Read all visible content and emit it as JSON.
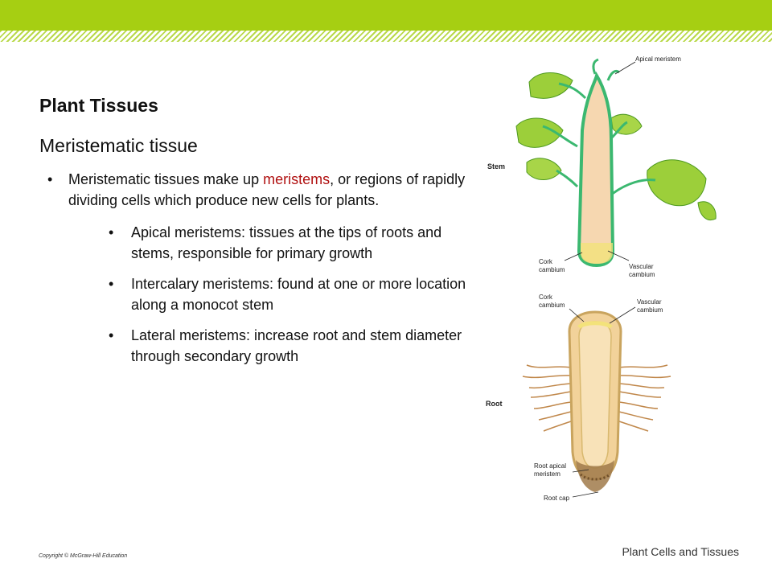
{
  "slide": {
    "title": "Plant Tissues",
    "subtitle": "Meristematic tissue",
    "bullet": {
      "before": "Meristematic tissues make up ",
      "highlight": "meristems",
      "after": ", or regions of rapidly dividing cells which produce new cells for plants."
    },
    "subbullets": [
      "Apical meristems: tissues at the tips of roots and stems, responsible for primary growth",
      "Intercalary meristems: found at one or more location along a monocot stem",
      "Lateral meristems: increase root and stem diameter through secondary growth"
    ],
    "bullet_glyph": "•",
    "copyright": "Copyright © McGraw-Hill Education",
    "footer": "Plant Cells and Tissues"
  },
  "figure": {
    "labels": {
      "stem": "Stem",
      "root": "Root",
      "apical_meristem": "Apical meristem",
      "stem_cork_1": "Cork",
      "stem_cork_2": "cambium",
      "stem_vasc_1": "Vascular",
      "stem_vasc_2": "cambium",
      "root_cork_1": "Cork",
      "root_cork_2": "cambium",
      "root_vasc_1": "Vascular",
      "root_vasc_2": "cambium",
      "root_apical_1": "Root apical",
      "root_apical_2": "meristem",
      "root_cap": "Root cap"
    }
  },
  "colors": {
    "top_bar": "#a6cf12",
    "highlight": "#b01010",
    "leaf": "#9ccf3a",
    "stem_outline": "#3bb870",
    "stem_fill": "#f6d7b0",
    "root_fill": "#f2d29a"
  }
}
